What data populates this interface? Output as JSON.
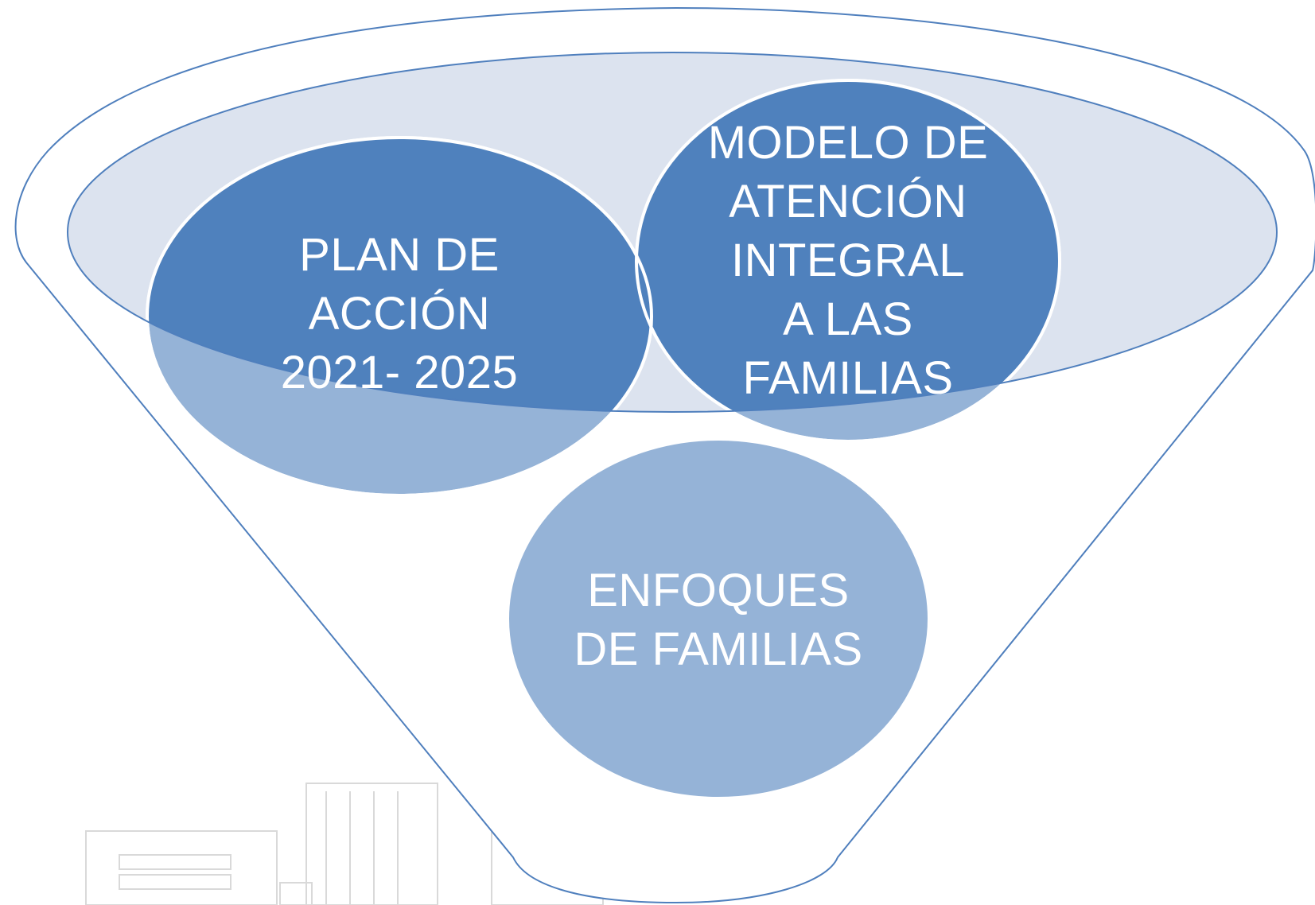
{
  "diagram": {
    "circles": [
      {
        "id": "plan",
        "lines": [
          "PLAN DE",
          "ACCIÓN",
          "2021- 2025"
        ]
      },
      {
        "id": "modelo",
        "lines": [
          "MODELO DE",
          "ATENCIÓN",
          "INTEGRAL",
          "A LAS",
          "FAMILIAS"
        ]
      },
      {
        "id": "enfoques",
        "lines": [
          "ENFOQUES",
          "DE FAMILIAS"
        ]
      }
    ]
  },
  "colors": {
    "funnel_stroke": "#4f7fbd",
    "dark_blue": "#4f81bd",
    "light_blue": "#95b3d7",
    "rim_fill": "#dce3ef",
    "text": "#ffffff",
    "background_sketch": "#d5d5d5"
  }
}
